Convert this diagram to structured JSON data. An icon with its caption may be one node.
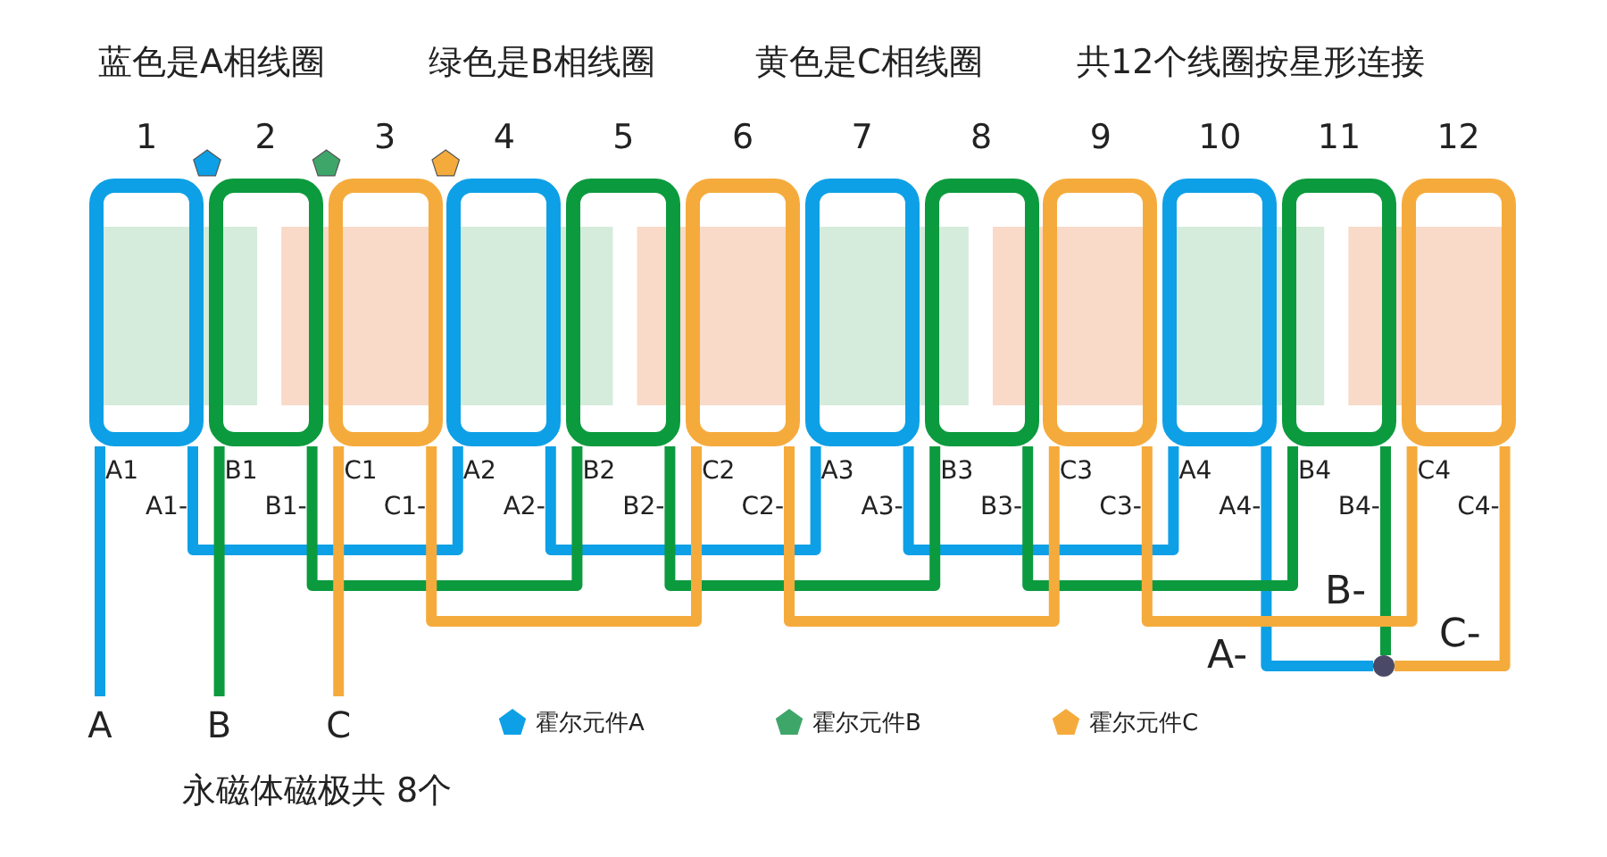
{
  "diagram": {
    "nodes": [
      {
        "text": [
          "1"
        ],
        "beside": [
          "A1",
          "A1-"
        ]
      },
      {
        "text": [
          "2"
        ],
        "beside": [
          "B1",
          "B1-"
        ]
      },
      {
        "text": [
          "3"
        ],
        "beside": [
          "C1",
          "C1-"
        ]
      },
      {
        "text": [
          "4"
        ],
        "beside": [
          "A2",
          "A2-"
        ]
      },
      {
        "text": [
          "5"
        ],
        "beside": [
          "B2",
          "B2-"
        ]
      },
      {
        "text": [
          "6"
        ],
        "beside": [
          "C2",
          "C2-"
        ]
      },
      {
        "text": [
          "7"
        ],
        "beside": [
          "A3",
          "A3-"
        ]
      },
      {
        "text": [
          "8"
        ],
        "beside": [
          "B3",
          "B3-"
        ]
      },
      {
        "text": [
          "9"
        ],
        "beside": [
          "C3",
          "C3-"
        ]
      },
      {
        "text": [
          "10"
        ],
        "beside": [
          "A4",
          "A4-"
        ]
      },
      {
        "text": [
          "11"
        ],
        "beside": [
          "B4",
          "B4-"
        ]
      },
      {
        "text": [
          "12"
        ],
        "beside": [
          "C4",
          "C4-"
        ]
      },
      {
        "text": [
          "A"
        ]
      },
      {
        "text": [
          "B"
        ]
      },
      {
        "text": [
          "C"
        ]
      },
      {
        "text": [],
        "shape": "circle"
      }
    ],
    "edges": [
      {
        "from": 12,
        "to": 0,
        "arrow": "none",
        "color": "#0ea0e6"
      },
      {
        "from": 0,
        "to": 3,
        "arrow": "none",
        "color": "#0ea0e6"
      },
      {
        "from": 3,
        "to": 6,
        "arrow": "none",
        "color": "#0ea0e6"
      },
      {
        "from": 6,
        "to": 9,
        "arrow": "none",
        "color": "#0ea0e6"
      },
      {
        "from": 9,
        "to": 15,
        "arrow": "none",
        "color": "#0ea0e6"
      },
      {
        "from": 13,
        "to": 1,
        "arrow": "none",
        "color": "#0c9a3e"
      },
      {
        "from": 1,
        "to": 4,
        "arrow": "none",
        "color": "#0c9a3e"
      },
      {
        "from": 4,
        "to": 7,
        "arrow": "none",
        "color": "#0c9a3e"
      },
      {
        "from": 7,
        "to": 10,
        "arrow": "none",
        "color": "#0c9a3e"
      },
      {
        "from": 10,
        "to": 15,
        "arrow": "none",
        "color": "#0c9a3e"
      },
      {
        "from": 14,
        "to": 2,
        "arrow": "none",
        "color": "#f5ab3c"
      },
      {
        "from": 2,
        "to": 5,
        "arrow": "none",
        "color": "#f5ab3c"
      },
      {
        "from": 5,
        "to": 8,
        "arrow": "none",
        "color": "#f5ab3c"
      },
      {
        "from": 8,
        "to": 11,
        "arrow": "none",
        "color": "#f5ab3c"
      },
      {
        "from": 11,
        "to": 15,
        "arrow": "none",
        "color": "#f5ab3c"
      }
    ],
    "labels": [
      "蓝色是A相线圈",
      "绿色是B相线圈",
      "黄色是C相线圈",
      "共12个线圈按星形连接",
      "B-",
      "C-",
      "A-",
      "永磁体磁极共 8个"
    ],
    "legend": [
      {
        "text": "霍尔元件A",
        "color": "#0ea0e6"
      },
      {
        "text": "霍尔元件B",
        "color": "#3fa66a"
      },
      {
        "text": "霍尔元件C",
        "color": "#f5ab3c"
      }
    ]
  }
}
